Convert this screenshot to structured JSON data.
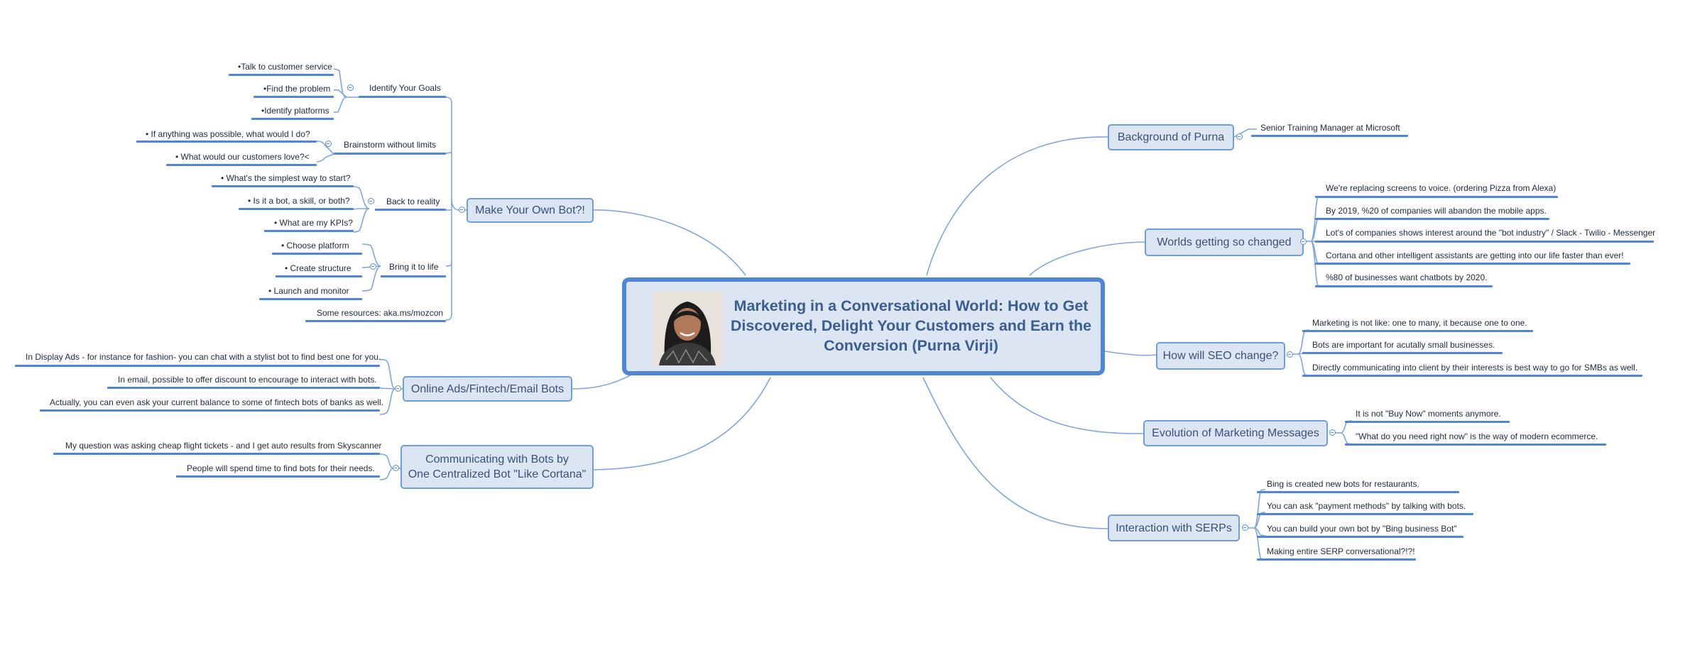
{
  "center": {
    "title": "Marketing in a Conversational World: How to Get Discovered, Delight Your Customers and Earn the Conversion (Purna Virji)",
    "photo_icon": "person-portrait-icon"
  },
  "left_topics": [
    {
      "label": "Make Your Own Bot?!",
      "groups": [
        {
          "label": "Identify Your Goals",
          "items": [
            "•Talk to customer service",
            "•Find the problem",
            "•Identify platforms"
          ]
        },
        {
          "label": "Brainstorm without limits",
          "items": [
            "• If anything was possible, what would I do?",
            "• What would our customers love?<"
          ]
        },
        {
          "label": "Back to reality",
          "items": [
            "• What's the simplest way to start?",
            "• Is it a bot, a skill, or both?",
            "• What are my KPIs?"
          ]
        },
        {
          "label": "Bring it to life",
          "items": [
            "• Choose platform",
            "• Create structure",
            "• Launch and monitor"
          ]
        },
        {
          "label": "Some resources: aka.ms/mozcon",
          "items": []
        }
      ]
    },
    {
      "label": "Online Ads/Fintech/Email Bots",
      "items": [
        "In Display Ads - for instance for fashion- you can chat with a stylist bot to find best one for you.",
        "In email, possible to offer discount to encourage to interact with bots.",
        "Actually, you can even ask your current balance to some of fintech bots of banks as well."
      ]
    },
    {
      "label": "Communicating with Bots by\nOne Centralized Bot \"Like Cortana\"",
      "items": [
        "My question was asking cheap flight tickets - and I get auto results from Skyscanner",
        "People will spend time to find bots for their needs."
      ]
    }
  ],
  "right_topics": [
    {
      "label": "Background of Purna",
      "items": [
        "Senior Training Manager at Microsoft"
      ]
    },
    {
      "label": "Worlds getting so changed",
      "items": [
        "We're replacing screens to voice. (ordering Pizza from Alexa)",
        "By 2019, %20 of companies will abandon the mobile apps.",
        "Lot's of companies shows interest around the \"bot industry\"  / Slack - Twilio - Messenger",
        "Cortana and other intelligent assistants are getting into our life faster than ever!",
        "%80 of businesses want chatbots by 2020."
      ]
    },
    {
      "label": "How will SEO change?",
      "items": [
        "Marketing is not like: one to many, it because one to one.",
        "Bots are important for acutally small businesses.",
        "Directly communicating into client by their interests is best way to go for SMBs as well."
      ]
    },
    {
      "label": "Evolution of Marketing Messages",
      "items": [
        "It is not \"Buy Now\" moments anymore.",
        "\"What do you need right now\" is the way of modern ecommerce."
      ]
    },
    {
      "label": "Interaction with SERPs",
      "items": [
        "Bing is created new bots for restaurants.",
        "You can ask \"payment methods\" by talking with bots.",
        "You can build your own bot by \"Bing business Bot\"",
        "Making entire SERP conversational?!?!"
      ]
    }
  ],
  "colors": {
    "accent": "#4f86d9",
    "node_fill": "#dce6f3",
    "node_text": "#3b5079",
    "title_text": "#3a5d93"
  }
}
